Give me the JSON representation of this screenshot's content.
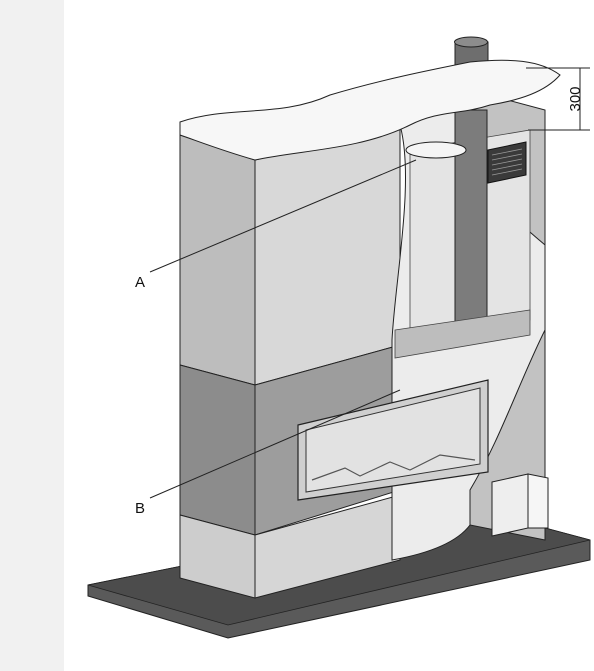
{
  "labels": {
    "a": "A",
    "b": "B"
  },
  "dimension": {
    "value": "300"
  },
  "colors": {
    "sidebar": "#f1f1f1",
    "base_plate": "#5a5a5a",
    "upper_panel": "#cfcfcf",
    "middle_band": "#9d9d9d",
    "lower_panel": "#d6d6d6",
    "top_slab": "#f7f7f7",
    "flue": "#7c7c7c",
    "firebox_glass": "#e2e2e2",
    "line": "#222222"
  }
}
